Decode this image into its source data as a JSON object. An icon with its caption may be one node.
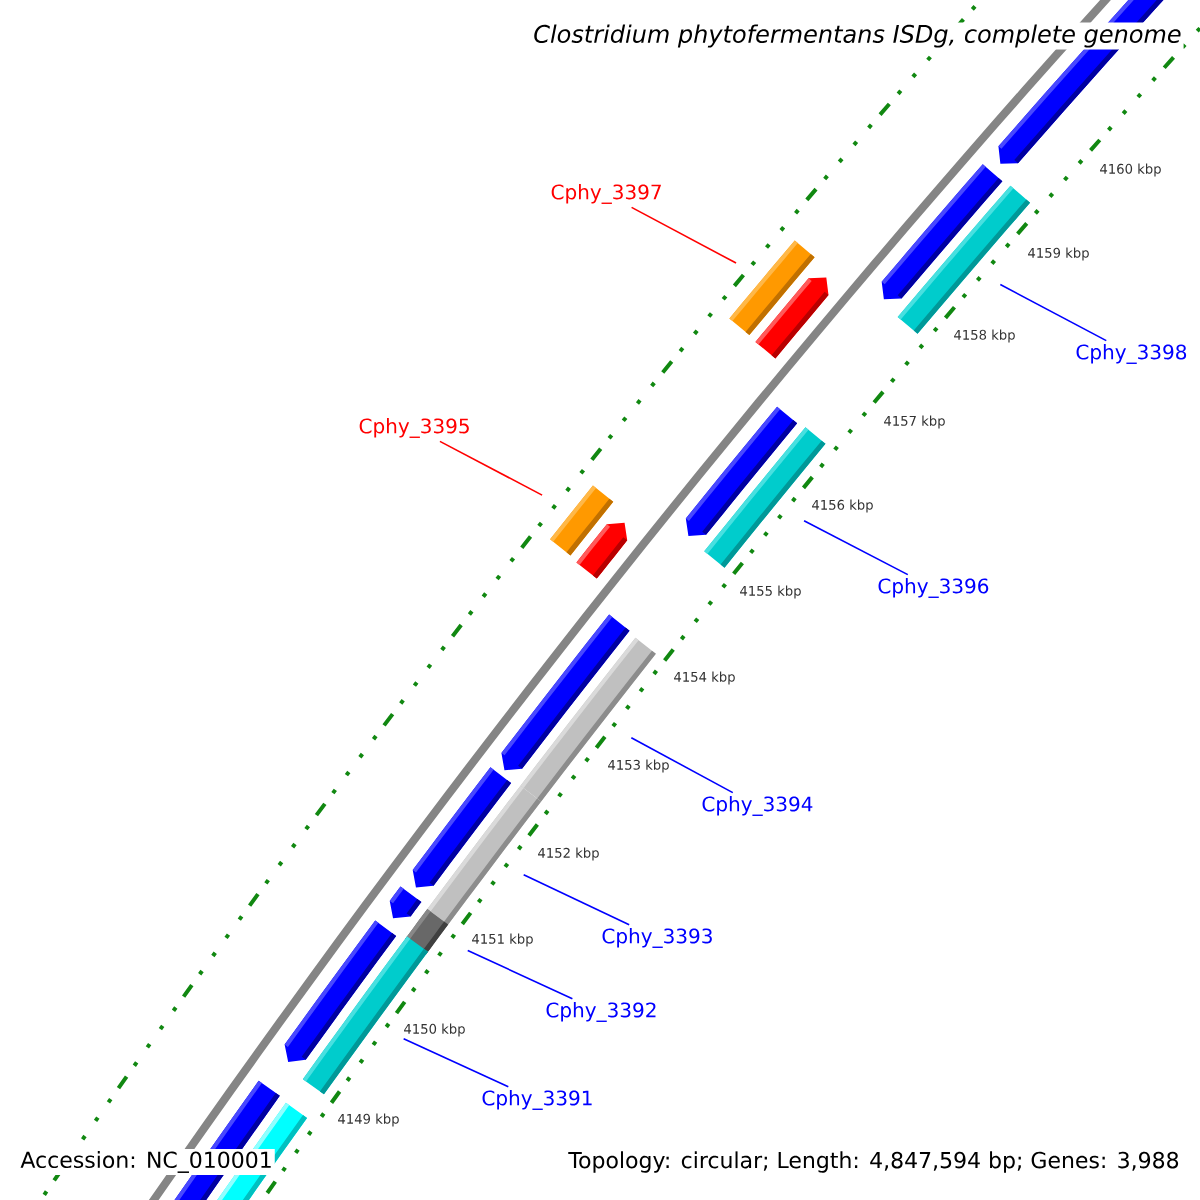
{
  "diagram": {
    "title": "Clostridium phytofermentans ISDg, complete genome",
    "nodes": [
      {
        "text": [
          "Cphy_3397"
        ]
      },
      {
        "text": [],
        "shape": "bar"
      },
      {
        "text": [
          "Cphy_3398"
        ]
      },
      {
        "text": [],
        "shape": "bar"
      },
      {
        "text": [
          "Cphy_3395"
        ]
      },
      {
        "text": [],
        "shape": "bar"
      },
      {
        "text": [
          "Cphy_3396"
        ]
      },
      {
        "text": [],
        "shape": "bar"
      },
      {
        "text": [
          "Cphy_3394"
        ]
      },
      {
        "text": [],
        "shape": "bar"
      },
      {
        "text": [
          "Cphy_3393"
        ]
      },
      {
        "text": [],
        "shape": "bar"
      },
      {
        "text": [
          "Cphy_3392"
        ]
      },
      {
        "text": [],
        "shape": "bar"
      },
      {
        "text": [
          "Cphy_3391"
        ]
      },
      {
        "text": [],
        "shape": "bar"
      }
    ],
    "edges": [
      {
        "from": 0,
        "to": 1,
        "arrow": "none",
        "color": "#ff0000"
      },
      {
        "from": 2,
        "to": 3,
        "arrow": "none"
      },
      {
        "from": 4,
        "to": 5,
        "arrow": "none",
        "color": "#ff0000"
      },
      {
        "from": 6,
        "to": 7,
        "arrow": "none"
      },
      {
        "from": 8,
        "to": 9,
        "arrow": "none"
      },
      {
        "from": 10,
        "to": 11,
        "arrow": "none"
      },
      {
        "from": 12,
        "to": 13,
        "arrow": "none"
      },
      {
        "from": 14,
        "to": 15,
        "arrow": "none"
      }
    ],
    "labels": [
      "4160 kbp",
      "4159 kbp",
      "4158 kbp",
      "4157 kbp",
      "4156 kbp",
      "4155 kbp",
      "4154 kbp",
      "4153 kbp",
      "4152 kbp",
      "4151 kbp",
      "4150 kbp",
      "4149 kbp",
      "Accession: NC_010001",
      "Topology: circular; Length: 4,847,594 bp; Genes: 3,988"
    ]
  }
}
